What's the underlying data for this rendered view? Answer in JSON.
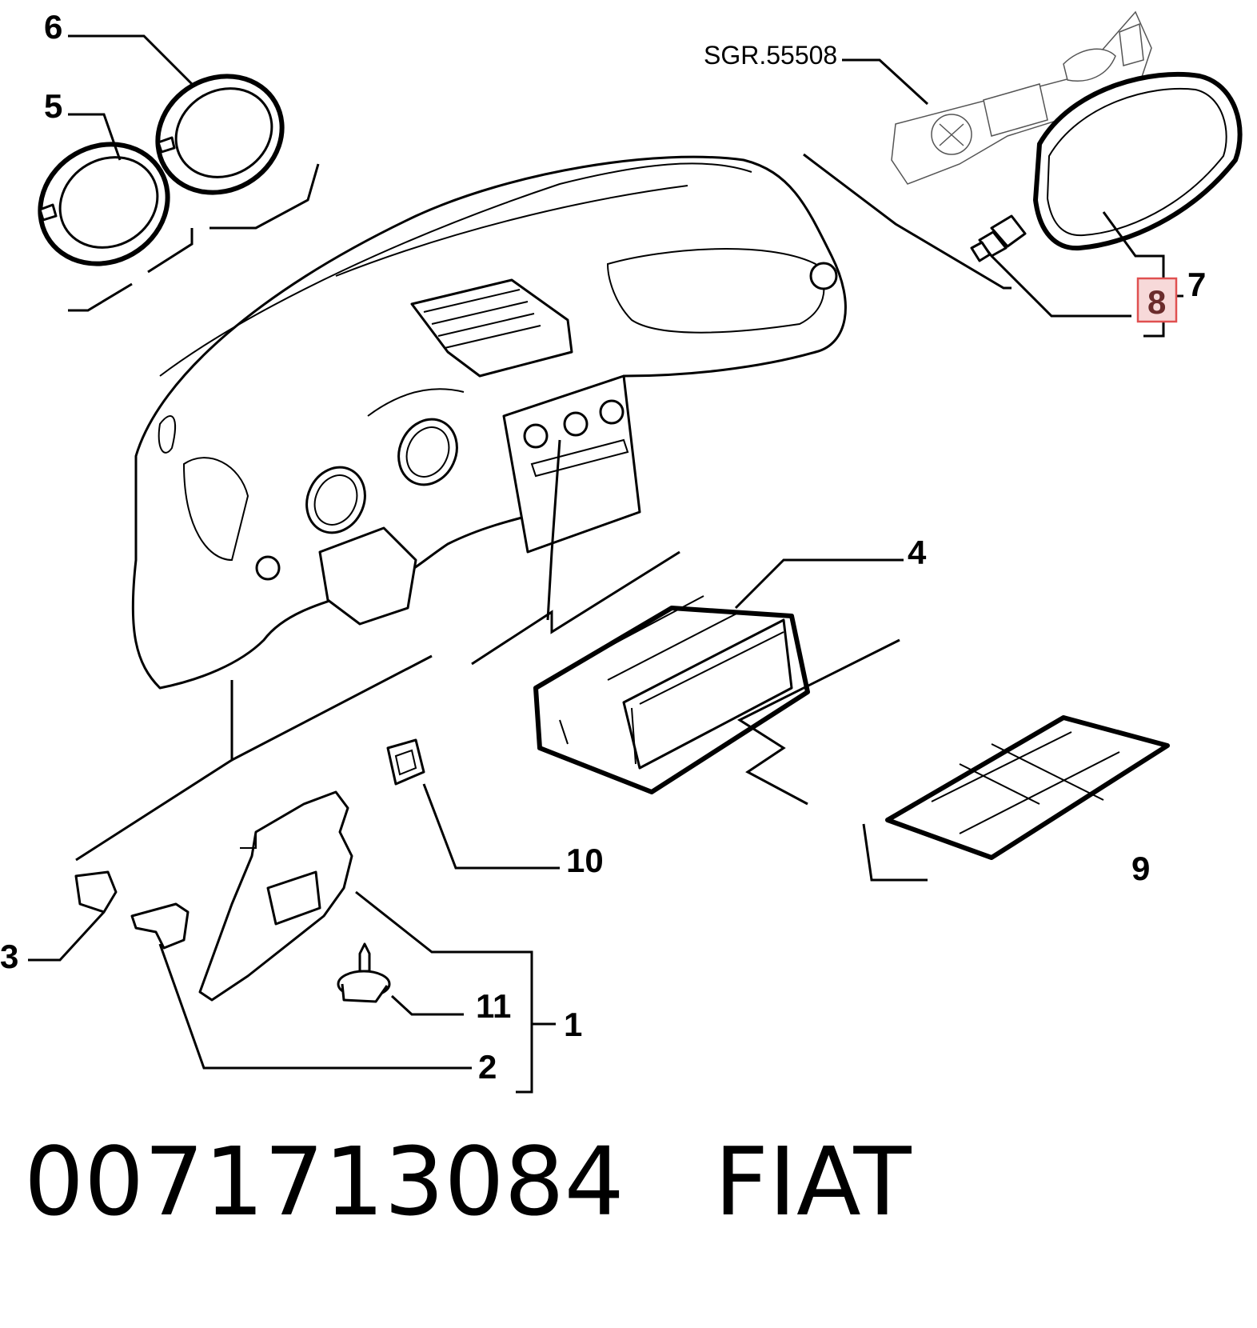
{
  "callouts": {
    "c1": "1",
    "c2": "2",
    "c3": "3",
    "c4": "4",
    "c5": "5",
    "c6": "6",
    "c7": "7",
    "c8": "8",
    "c9": "9",
    "c10": "10",
    "c11": "11"
  },
  "reference": "SGR.55508",
  "highlighted_callout": "8",
  "highlight_color": "#e05050",
  "caption": {
    "part_number": "0071713084",
    "brand": "FIAT"
  }
}
